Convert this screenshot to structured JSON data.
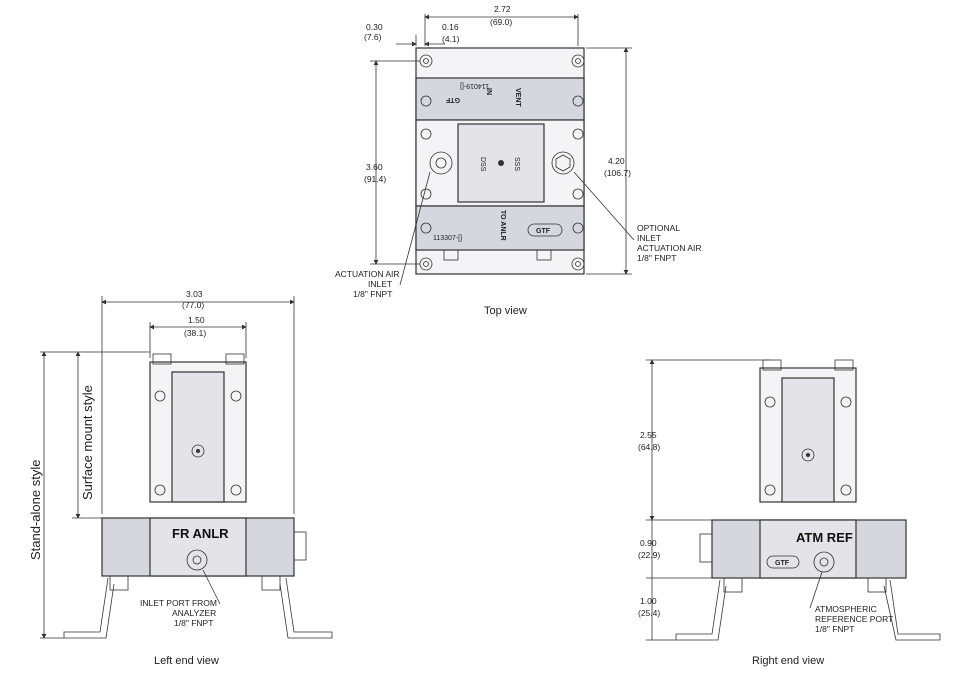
{
  "top_view": {
    "caption": "Top view",
    "dims": {
      "overall_width": "2.72",
      "overall_width_mm": "(69.0)",
      "left_offset": "0.30",
      "left_offset_mm": "(7.6)",
      "hole_offset": "0.16",
      "hole_offset_mm": "(4.1)",
      "inner_height": "3.60",
      "inner_height_mm": "(91.4)",
      "overall_height": "4.20",
      "overall_height_mm": "(106.7)"
    },
    "labels": {
      "top_part": "114019-[]",
      "in": "IN",
      "vent": "VENT",
      "dss": "DSS",
      "sss": "SSS",
      "bottom_part": "113307-[]",
      "to_anlr": "TO ANLR",
      "logo": "GTF"
    },
    "callouts": {
      "left": [
        "ACTUATION AIR",
        "INLET",
        "1/8\" FNPT"
      ],
      "right": [
        "OPTIONAL",
        "INLET",
        "ACTUATION AIR",
        "1/8\" FNPT"
      ]
    }
  },
  "left_view": {
    "caption": "Left end view",
    "dims": {
      "overall_width": "3.03",
      "overall_width_mm": "(77.0)",
      "inner_width": "1.50",
      "inner_width_mm": "(38.1)"
    },
    "labels": {
      "stand_alone": "Stand-alone style",
      "surface_mount": "Surface mount style",
      "block": "FR ANLR"
    },
    "callout": [
      "INLET PORT FROM",
      "ANALYZER",
      "1/8\" FNPT"
    ]
  },
  "right_view": {
    "caption": "Right end view",
    "dims": {
      "height_top": "2.55",
      "height_top_mm": "(64.8)",
      "height_mid": "0.90",
      "height_mid_mm": "(22.9)",
      "height_bottom": "1.00",
      "height_bottom_mm": "(25.4)"
    },
    "labels": {
      "block": "ATM REF",
      "logo": "GTF"
    },
    "callout": [
      "ATMOSPHERIC",
      "REFERENCE PORT",
      "1/8\" FNPT"
    ]
  }
}
